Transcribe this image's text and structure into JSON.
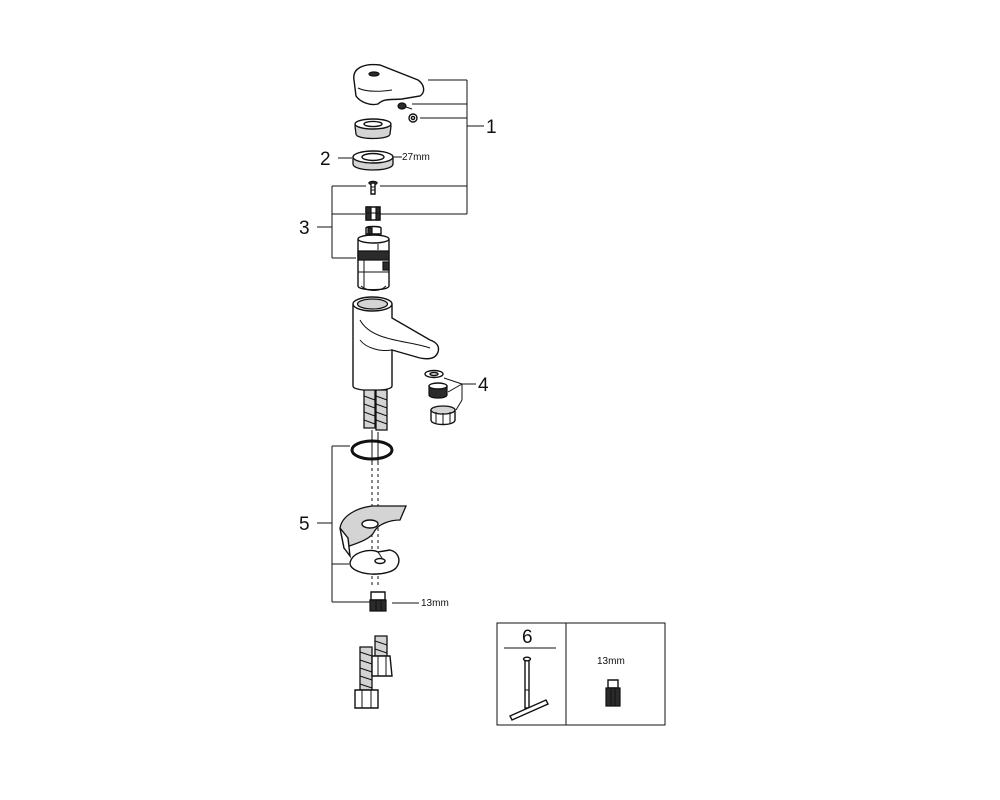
{
  "callouts": {
    "c1": "1",
    "c2": "2",
    "c3": "3",
    "c4": "4",
    "c5": "5",
    "c6": "6"
  },
  "dimensions": {
    "ring_size": "27mm",
    "nut_size": "13mm",
    "tool_size": "13mm"
  },
  "colors": {
    "line": "#111111",
    "shade": "#d4d4d4",
    "dark": "#2b2b2b"
  }
}
